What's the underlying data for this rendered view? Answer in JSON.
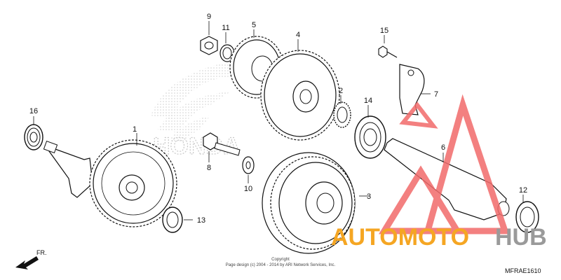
{
  "diagram": {
    "callouts": [
      {
        "id": "c1",
        "label": "1"
      },
      {
        "id": "c2",
        "label": "2"
      },
      {
        "id": "c3",
        "label": "3"
      },
      {
        "id": "c4",
        "label": "4"
      },
      {
        "id": "c5",
        "label": "5"
      },
      {
        "id": "c6",
        "label": "6"
      },
      {
        "id": "c7",
        "label": "7"
      },
      {
        "id": "c8",
        "label": "8"
      },
      {
        "id": "c9",
        "label": "9"
      },
      {
        "id": "c10",
        "label": "10"
      },
      {
        "id": "c11",
        "label": "11"
      },
      {
        "id": "c12",
        "label": "12"
      },
      {
        "id": "c13",
        "label": "13"
      },
      {
        "id": "c14",
        "label": "14"
      },
      {
        "id": "c15",
        "label": "15"
      },
      {
        "id": "c16",
        "label": "16"
      }
    ],
    "front_label": "FR.",
    "copyright_line1": "Copyright",
    "copyright_line2": "Page design (c) 2004 - 2014 by ARI Network Services, Inc.",
    "diagram_code": "MFRAE1610",
    "background_logo_text": "HONDA"
  },
  "watermark": {
    "text_orange": "AUTOMOTO",
    "text_gray": "HUB",
    "color_red": "#f26b6b",
    "color_orange": "#f5a623",
    "color_gray": "#9a9a9a"
  }
}
